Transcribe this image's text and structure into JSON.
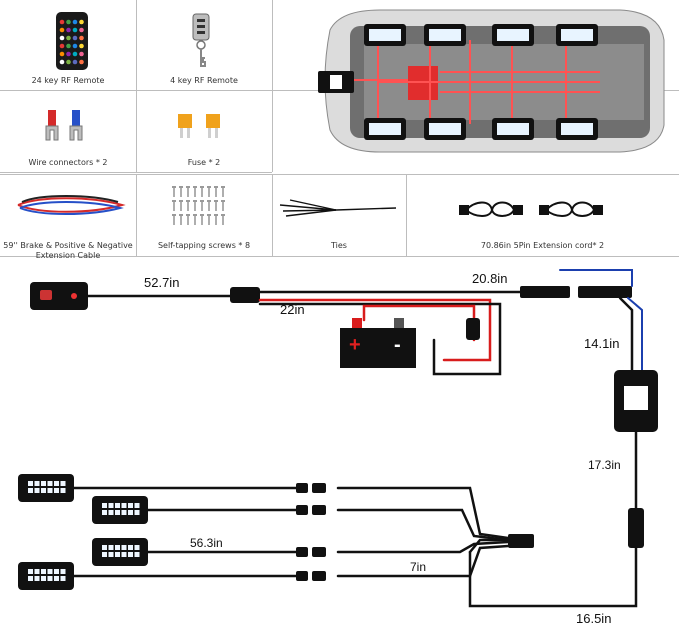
{
  "kit": {
    "remote24_label": "24 key RF Remote",
    "remote4_label": "4 key RF Remote",
    "wire_connectors_label": "Wire connectors * 2",
    "fuse_label": "Fuse * 2",
    "extension_cable_label_line1": "59'' Brake & Positive & Negative",
    "extension_cable_label_line2": "Extension Cable",
    "screws_label": "Self-tapping screws * 8",
    "ties_label": "Ties",
    "extension_cord_label": "70.86in 5Pin Extension cord* 2"
  },
  "wiring": {
    "len_switch": "52.7in",
    "len_plug": "20.8in",
    "len_battery": "22in",
    "len_blue": "14.1in",
    "len_controller": "17.3in",
    "len_pods_left": "56.3in",
    "len_pods_short": "7in",
    "len_bottom": "16.5in",
    "battery_plus": "+",
    "battery_minus": "-"
  },
  "colors": {
    "red_wire": "#d81c1c",
    "blue_wire": "#1b3fae",
    "black": "#111111",
    "led_green": "#46c24a"
  }
}
